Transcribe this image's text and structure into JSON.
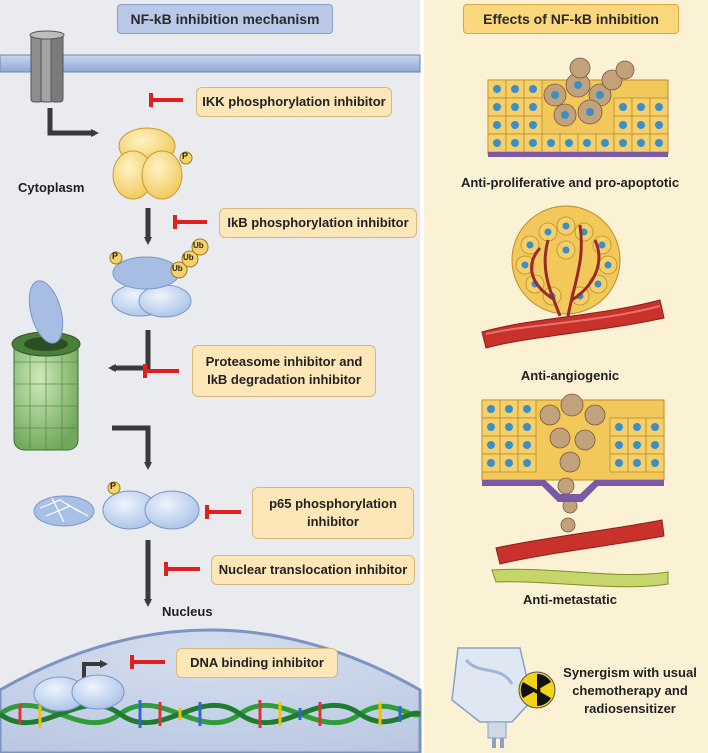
{
  "headers": {
    "mechanism": "NF-kB inhibition mechanism",
    "effects": "Effects of NF-kB inhibition"
  },
  "labels": {
    "cytoplasm": "Cytoplasm",
    "nucleus": "Nucleus"
  },
  "inhibitors": [
    "IKK phosphorylation inhibitor",
    "IkB phosphorylation inhibitor",
    "Proteasome inhibitor and IkB degradation inhibitor",
    "p65 phosphorylation inhibitor",
    "Nuclear translocation inhibitor",
    "DNA binding inhibitor"
  ],
  "inhibitor_lines": {
    "proteasome_1": "Proteasome inhibitor and",
    "proteasome_2": "IkB degradation inhibitor",
    "p65_1": "p65 phosphorylation",
    "p65_2": "inhibitor"
  },
  "markers": {
    "phospho": "P",
    "ubiquitin": "Ub"
  },
  "effects": {
    "apoptotic": "Anti-proliferative and pro-apoptotic",
    "angiogenic": "Anti-angiogenic",
    "metastatic": "Anti-metastatic",
    "synergy_1": "Synergism with usual",
    "synergy_2": "chemotherapy and",
    "synergy_3": "radiosensitizer"
  },
  "colors": {
    "inhibitor_bar": "#e02020",
    "arrow": "#3a3a3a",
    "cell_yellow": "#f2c94c",
    "cell_blue": "#3a8fc7"
  }
}
